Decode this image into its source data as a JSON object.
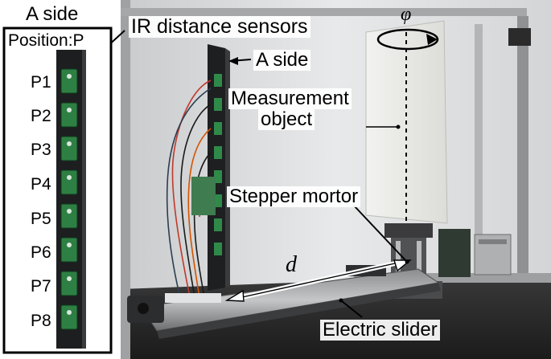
{
  "inset": {
    "side_label": "A side",
    "position_label": "Position:P",
    "positions": [
      "P1",
      "P2",
      "P3",
      "P4",
      "P5",
      "P6",
      "P7",
      "P8"
    ]
  },
  "labels": {
    "ir_sensors": "IR distance sensors",
    "a_side": "A side",
    "measurement_object_line1": "Measurement",
    "measurement_object_line2": "object",
    "stepper_motor": "Stepper mortor",
    "electric_slider": "Electric slider",
    "distance_symbol": "d",
    "rotation_symbol": "φ"
  }
}
